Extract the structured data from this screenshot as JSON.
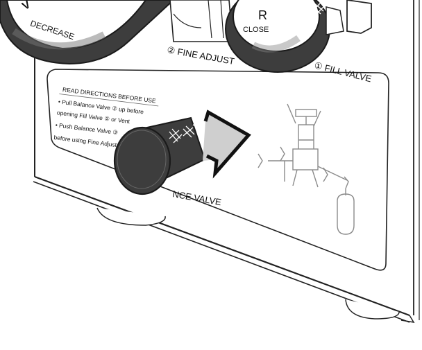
{
  "labels": {
    "decrease": "DECREASE",
    "close": "CLOSE",
    "fine_adjust": "② FINE ADJUST",
    "fill_valve": "① FILL VALVE",
    "balance_valve": "NCE VALVE",
    "cap_top": "V",
    "r_symbol": "R"
  },
  "directions": {
    "heading": "READ DIRECTIONS BEFORE USE",
    "lines": [
      "• Pull Balance Valve ② up before",
      "opening Fill Valve ① or Vent",
      "• Push Balance Valve ③",
      "before using Fine Adjust"
    ]
  },
  "colors": {
    "knob_dark": "#3d3d3d",
    "outline": "#1a1a1a",
    "panel_bg": "#ffffff",
    "arrow_fill": "#cfcfcf",
    "schematic": "#8a8a8a"
  }
}
